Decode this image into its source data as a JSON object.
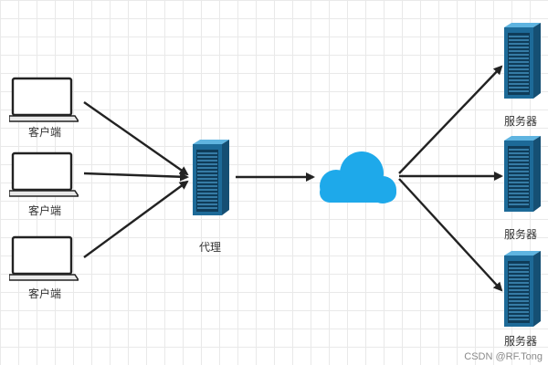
{
  "nodes": {
    "clients": [
      {
        "label": "客户端"
      },
      {
        "label": "客户端"
      },
      {
        "label": "客户端"
      }
    ],
    "proxy": {
      "label": "代理"
    },
    "cloud": {
      "label": ""
    },
    "servers": [
      {
        "label": "服务器"
      },
      {
        "label": "服务器"
      },
      {
        "label": "服务器"
      }
    ]
  },
  "colors": {
    "server_dark": "#1d5d86",
    "server_mid": "#2b88c0",
    "cloud": "#1ea9ea",
    "arrow": "#222222"
  },
  "watermark": "CSDN @RF.Tong"
}
